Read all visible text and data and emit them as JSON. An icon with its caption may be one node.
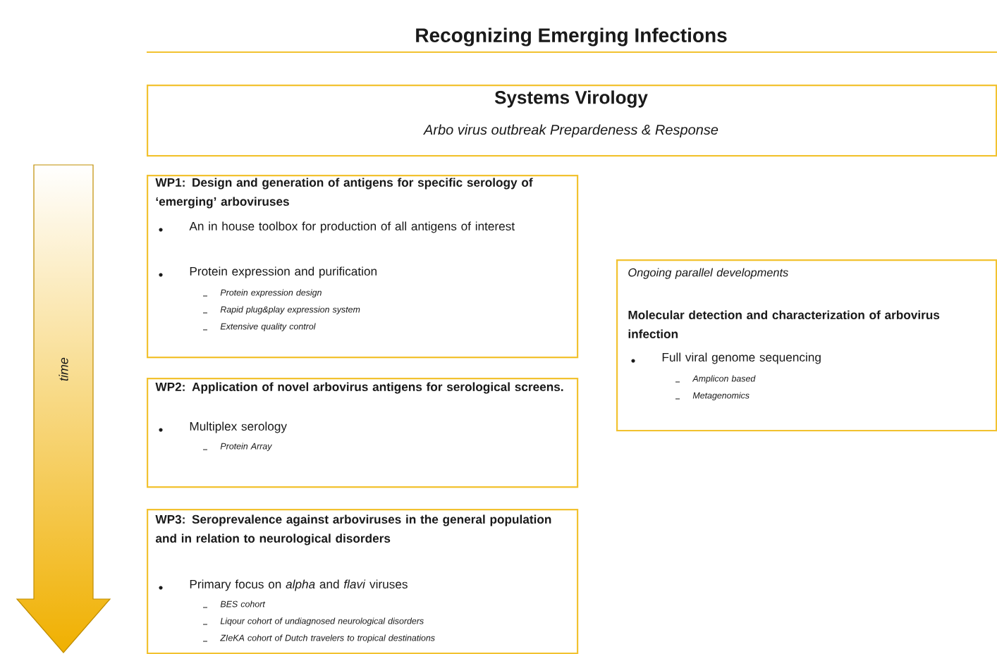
{
  "diagram": {
    "title": "Recognizing Emerging Infections",
    "nodes": [
      {
        "text": [
          "Systems Virology",
          "Arbo virus outbreak Prepardeness & Response"
        ]
      },
      {
        "text": [
          "WP1: Design and generation of antigens for specific serology of ‘emerging’ arboviruses",
          "An in house toolbox for production of all antigens of interest",
          "Protein expression and purification",
          "Protein expression design",
          "Rapid plug&play expression system",
          "Extensive quality control"
        ]
      },
      {
        "text": [
          "WP2: Application of novel arbovirus antigens for serological screens.",
          "Multiplex serology",
          "Protein Array"
        ]
      },
      {
        "text": [
          "WP3: Seroprevalence against arboviruses in the general population and in relation to neurological disorders",
          "Primary focus on *alpha* and *flavi* viruses",
          "BES cohort",
          "Liqour cohort of undiagnosed neurological disorders",
          "ZIeKA cohort of Dutch travelers to tropical destinations"
        ]
      },
      {
        "text": [
          "Ongoing parallel developments",
          "Molecular detection and characterization of arbovirus infection",
          "Full viral genome sequencing",
          "Amplicon based",
          "Metagenomics"
        ]
      },
      {
        "text": [
          "time"
        ]
      }
    ],
    "edges": []
  }
}
